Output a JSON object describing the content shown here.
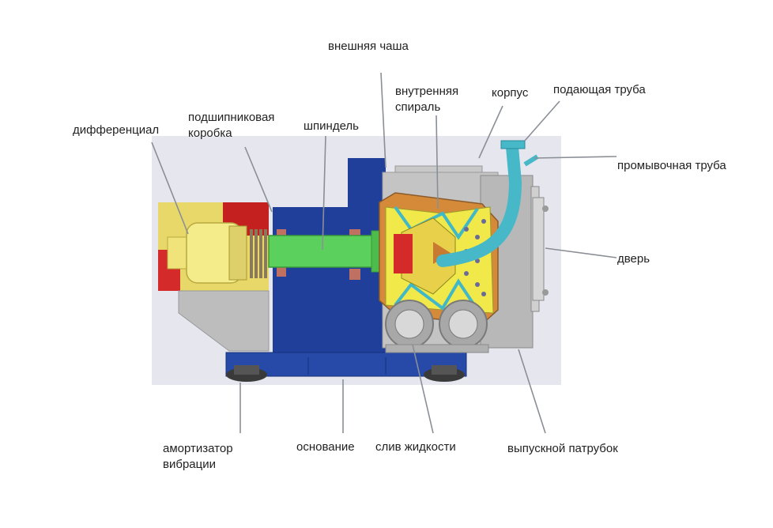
{
  "labels": {
    "differential": "дифференциал",
    "bearing_box_line1": "подшипниковая",
    "bearing_box_line2": "коробка",
    "spindle": "шпиндель",
    "outer_bowl": "внешняя чаша",
    "inner_spiral_line1": "внутренняя",
    "inner_spiral_line2": "спираль",
    "housing": "корпус",
    "feed_pipe": "подающая труба",
    "wash_pipe": "промывочная труба",
    "door": "дверь",
    "vibration_damper_line1": "амортизатор",
    "vibration_damper_line2": "вибрации",
    "base": "основание",
    "liquid_drain": "слив жидкости",
    "discharge_nozzle": "выпускной патрубок"
  },
  "colors": {
    "background_panel": "#e6e7ee",
    "base_blue": "#1f3f9a",
    "spindle_green": "#5cd05c",
    "bowl_yellow": "#f1e84a",
    "pipe_cyan": "#46b8c8",
    "drive_yellow": "#e8d86a",
    "drive_red": "#d42a2a",
    "housing_grey": "#bdbdbd",
    "leader_grey": "#8a8f96"
  }
}
